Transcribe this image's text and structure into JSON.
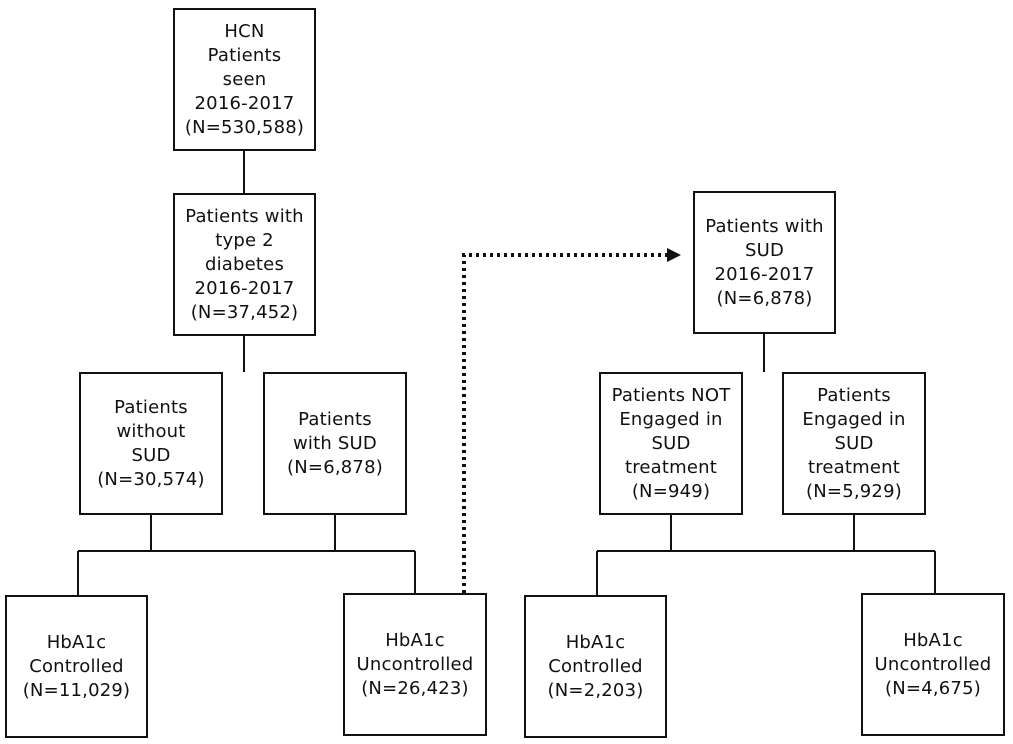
{
  "nodes": {
    "hcn": {
      "lines": [
        "HCN",
        "Patients",
        "seen",
        "2016-2017",
        "(N=530,588)"
      ]
    },
    "t2d": {
      "lines": [
        "Patients with",
        "type 2",
        "diabetes",
        "2016-2017",
        "(N=37,452)"
      ]
    },
    "without_sud": {
      "lines": [
        "Patients",
        "without",
        "SUD",
        "(N=30,574)"
      ]
    },
    "with_sud": {
      "lines": [
        "Patients",
        "with SUD",
        "(N=6,878)"
      ]
    },
    "controlled_left": {
      "lines": [
        "HbA1c",
        "Controlled",
        "(N=11,029)"
      ]
    },
    "uncontrolled_left": {
      "lines": [
        "HbA1c",
        "Uncontrolled",
        "(N=26,423)"
      ]
    },
    "sud_2016": {
      "lines": [
        "Patients with",
        "SUD",
        "2016-2017",
        "(N=6,878)"
      ]
    },
    "not_engaged": {
      "lines": [
        "Patients NOT",
        "Engaged in",
        "SUD",
        "treatment",
        "(N=949)"
      ]
    },
    "engaged": {
      "lines": [
        "Patients",
        "Engaged in",
        "SUD",
        "treatment",
        "(N=5,929)"
      ]
    },
    "controlled_right": {
      "lines": [
        "HbA1c",
        "Controlled",
        "(N=2,203)"
      ]
    },
    "uncontrolled_right": {
      "lines": [
        "HbA1c",
        "Uncontrolled",
        "(N=4,675)"
      ]
    }
  }
}
